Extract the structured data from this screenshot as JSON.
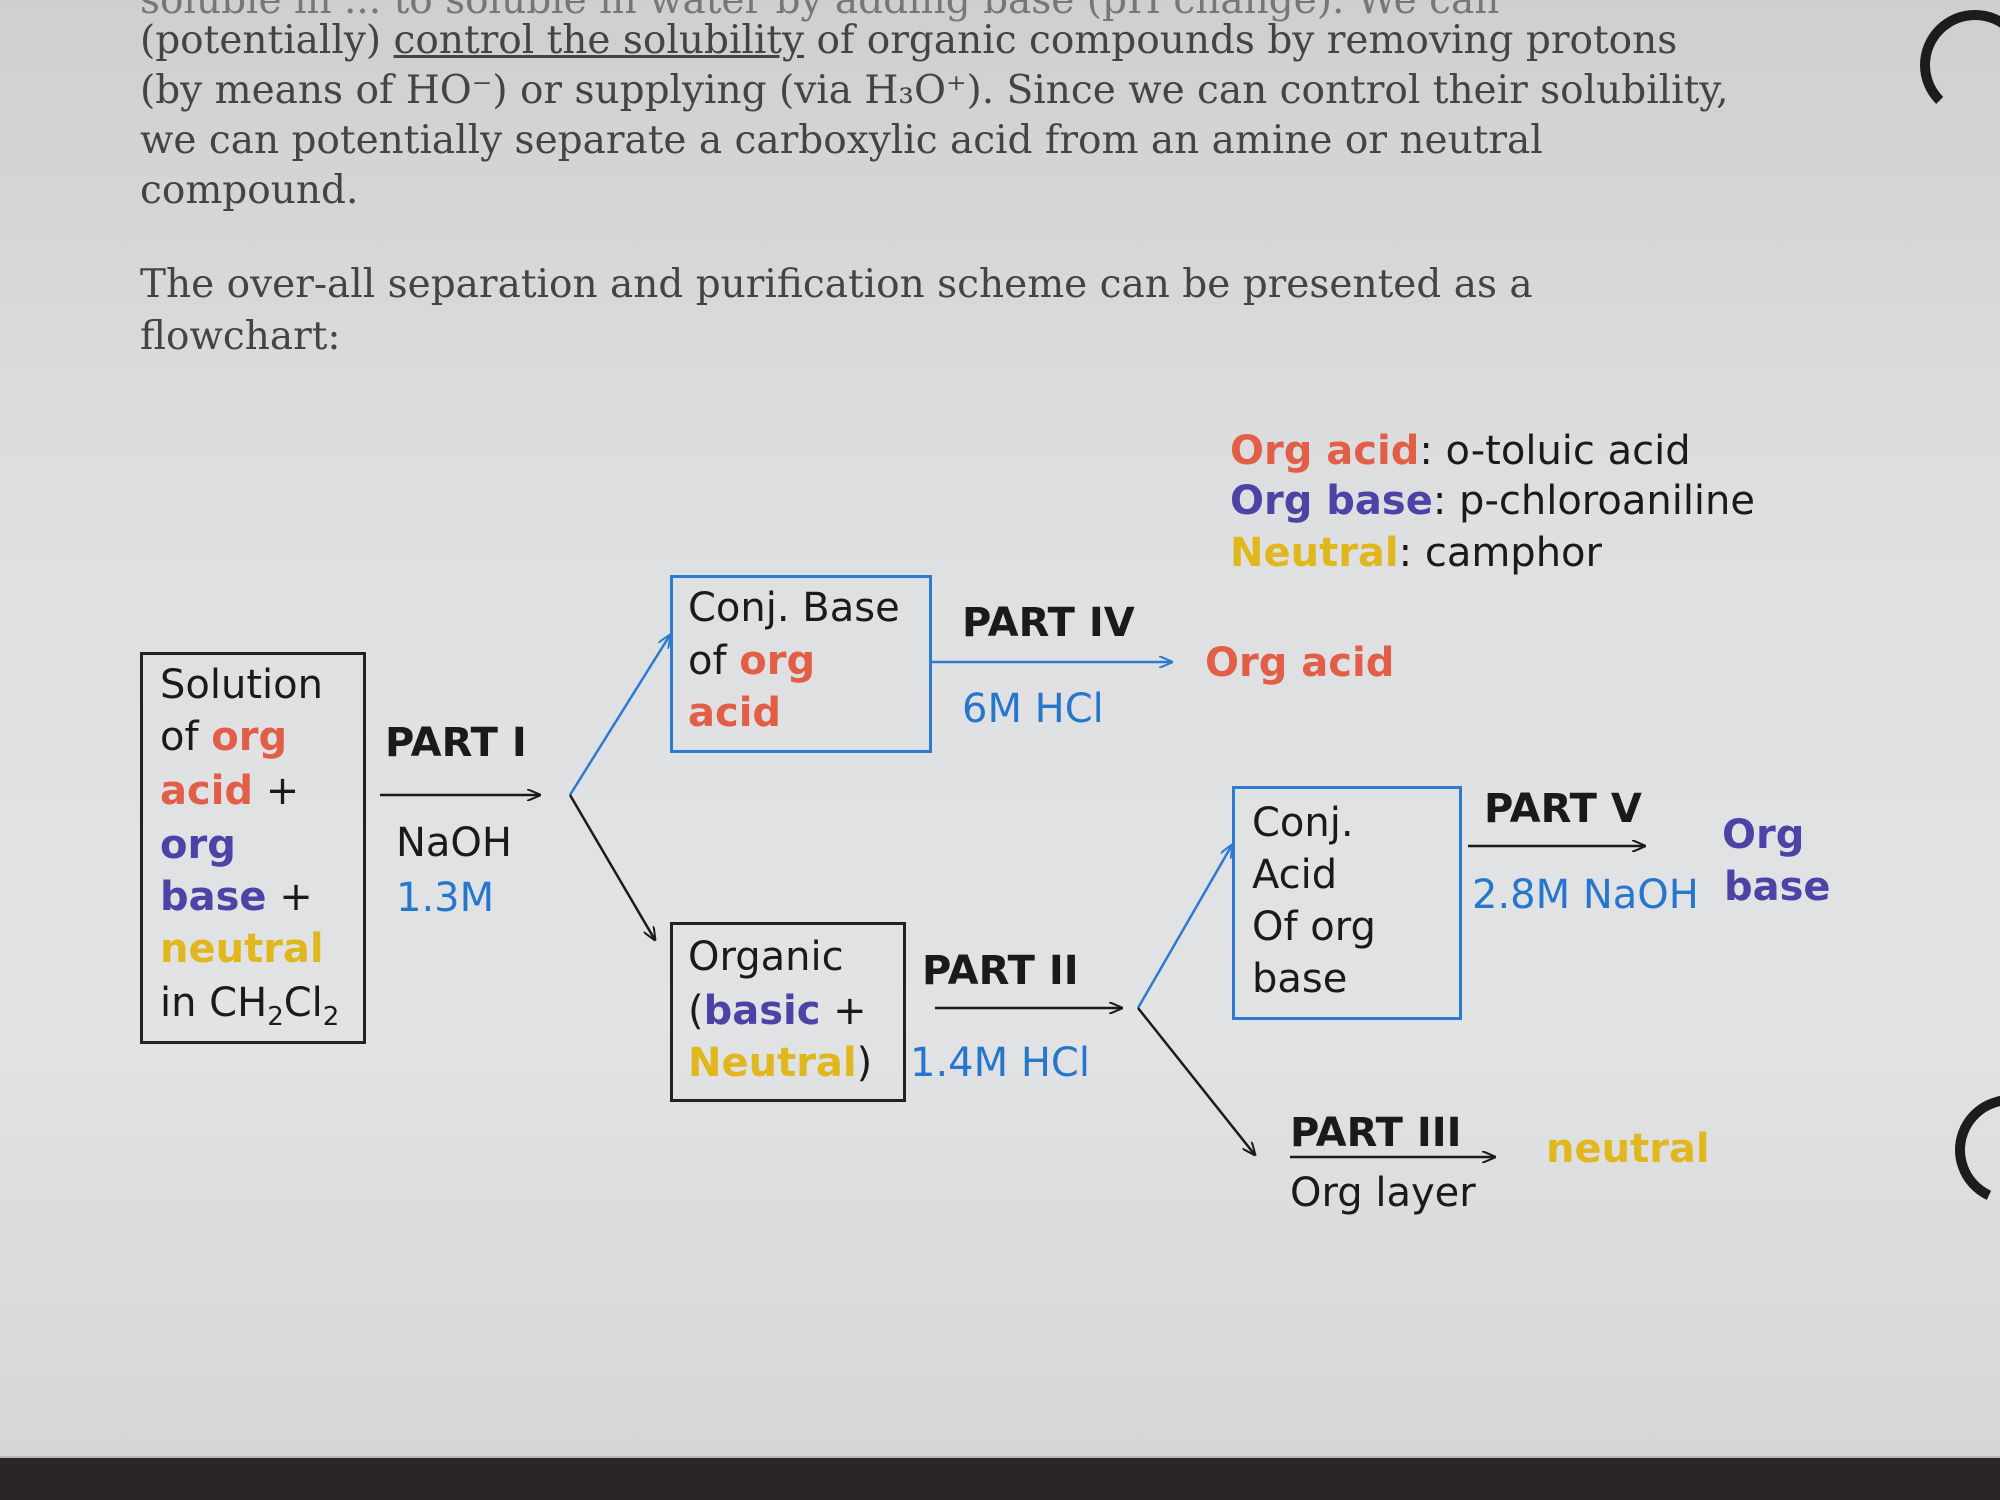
{
  "intro": {
    "line0": "soluble in ... to soluble in water by adding base (pH change). We can",
    "line1_a": "(potentially) ",
    "line1_link": "control the solubility",
    "line1_b": " of organic compounds by removing protons",
    "line2": "(by means of HO⁻) or supplying (via H₃O⁺). Since we can control their solubility,",
    "line3": "we can potentially separate a carboxylic acid from an amine or neutral",
    "line4": "compound.",
    "para2_line1": "The over-all separation and purification scheme can be presented as a",
    "para2_line2": "flowchart:"
  },
  "legend": {
    "acid_label": "Org acid",
    "acid_value": ": o-toluic acid",
    "base_label": "Org base",
    "base_value": ": p-chloroaniline",
    "neutral_label": "Neutral",
    "neutral_value": ": camphor"
  },
  "start_box": {
    "l1": "Solution",
    "l2a": "of ",
    "l2b": "org",
    "l3a": "acid",
    "l3b": " +",
    "l4": "org",
    "l5a": "base",
    "l5b": " +",
    "l6": "neutral",
    "l7a": "in CH",
    "l7b": "2",
    "l7c": "Cl",
    "l7d": "2"
  },
  "part1": {
    "label": "PART I",
    "reagent": "NaOH",
    "conc": "1.3M"
  },
  "conj_base_box": {
    "l1": "Conj. Base",
    "l2a": "of ",
    "l2b": "org",
    "l3": "acid"
  },
  "part4": {
    "label": "PART IV",
    "reagent": "6M HCl",
    "product": "Org acid"
  },
  "organic_box": {
    "l1": "Organic",
    "l2a": "(",
    "l2b": "basic",
    "l2c": " +",
    "l3a": "Neutral",
    "l3b": ")"
  },
  "part2": {
    "label": "PART II",
    "reagent": "1.4M HCl"
  },
  "conj_acid_box": {
    "l1": "Conj.",
    "l2": "Acid",
    "l3": "Of  org",
    "l4": "base"
  },
  "part5": {
    "label": "PART V",
    "reagent": "2.8M NaOH",
    "product_l1": "Org",
    "product_l2": "base"
  },
  "part3": {
    "label": "PART III",
    "reagent": "Org layer",
    "product": "neutral"
  },
  "colors": {
    "acid": "#e25e47",
    "base": "#4d42a6",
    "neutral": "#e0b81e",
    "reagent_blue": "#2576cc",
    "box_blue": "#2c7bd1"
  }
}
